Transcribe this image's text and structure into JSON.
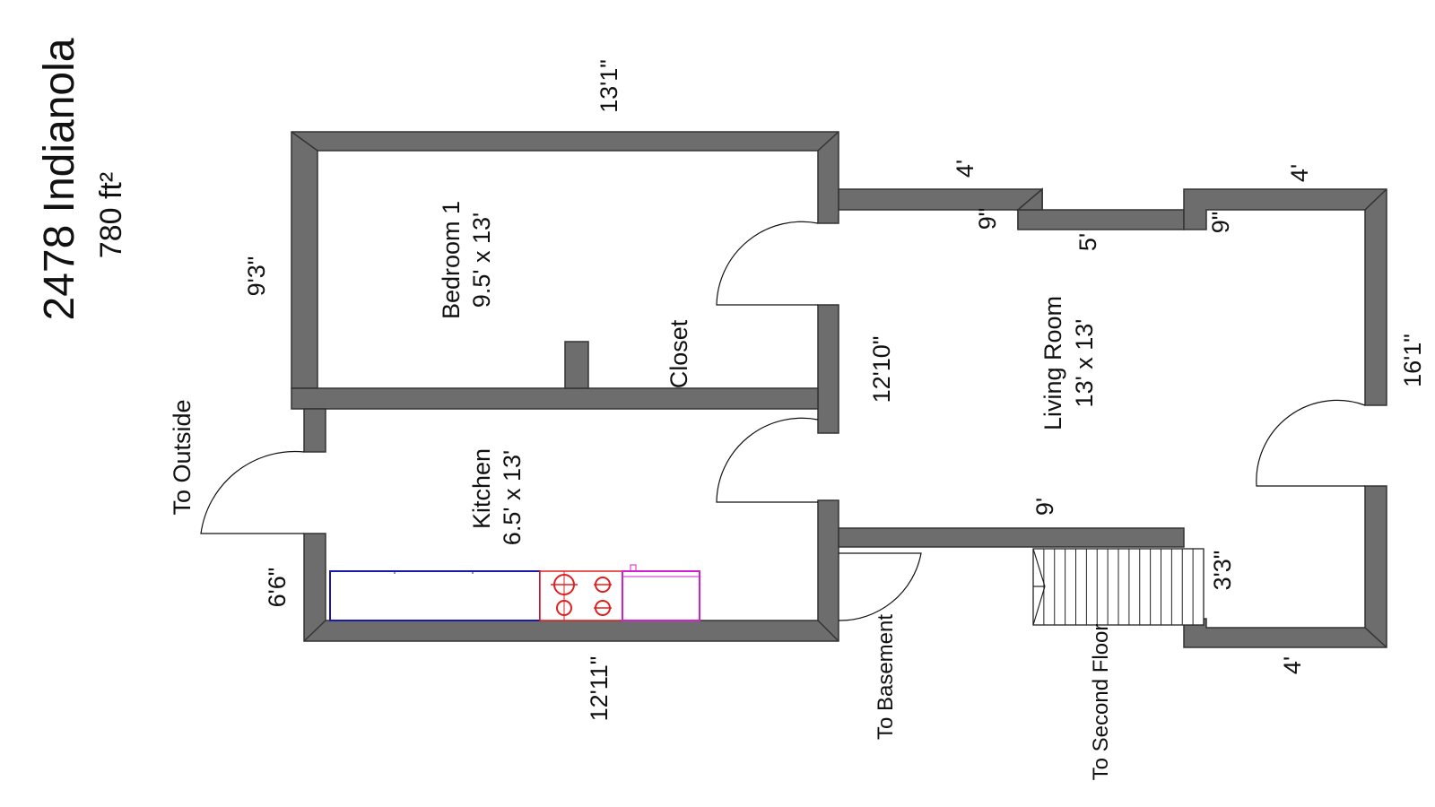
{
  "title": {
    "address": "2478 Indianola",
    "area": "780 ft²"
  },
  "rooms": {
    "bedroom": {
      "name": "Bedroom 1",
      "size": "9.5' x 13'"
    },
    "closet": {
      "name": "Closet"
    },
    "kitchen": {
      "name": "Kitchen",
      "size": "6.5' x 13'"
    },
    "living": {
      "name": "Living Room",
      "size": "13' x 13'"
    }
  },
  "dimensions": {
    "top_width": "13'1\"",
    "bedroom_depth": "9'3\"",
    "kitchen_depth": "6'6\"",
    "bottom_width": "12'11\"",
    "middle_width": "12'10\"",
    "right_depth": "16'1\"",
    "bump_top_left": "4'",
    "bump_top_right": "4'",
    "bump_left_depth": "9\"",
    "bump_right_depth": "9\"",
    "bump_width": "5'",
    "living_lower": "9'",
    "stair_width": "3'3\"",
    "bottom_right": "4'"
  },
  "exits": {
    "outside": "To Outside",
    "basement": "To Basement",
    "second_floor": "To Second Floor"
  },
  "colors": {
    "wall": "#6d6d6d",
    "counter": "#1a1aa8",
    "stove": "#e02020",
    "fridge": "#d020d0"
  }
}
